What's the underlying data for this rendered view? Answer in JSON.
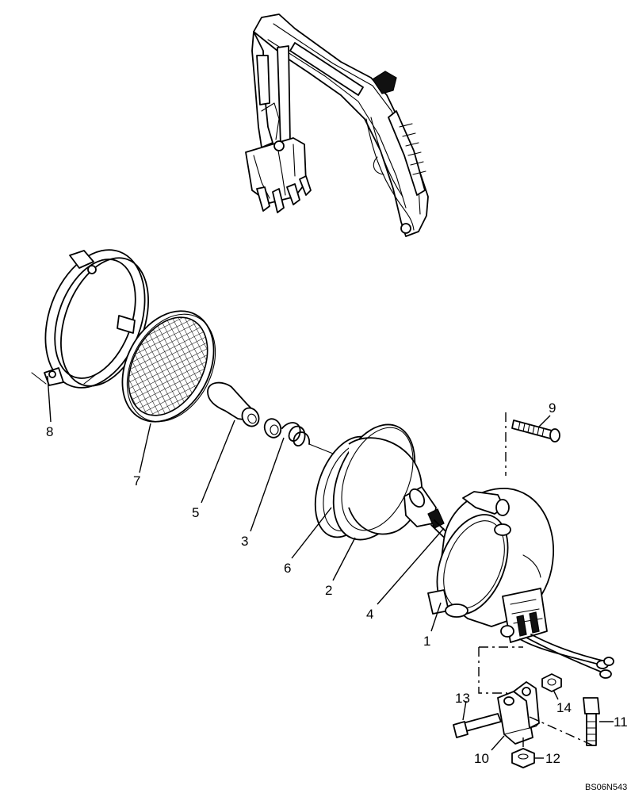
{
  "callouts": {
    "c1": "1",
    "c2": "2",
    "c3": "3",
    "c4": "4",
    "c5": "5",
    "c6": "6",
    "c7": "7",
    "c8": "8",
    "c9": "9",
    "c10": "10",
    "c11": "11",
    "c12": "12",
    "c13": "13",
    "c14": "14"
  },
  "drawing_code": "BS06N543"
}
